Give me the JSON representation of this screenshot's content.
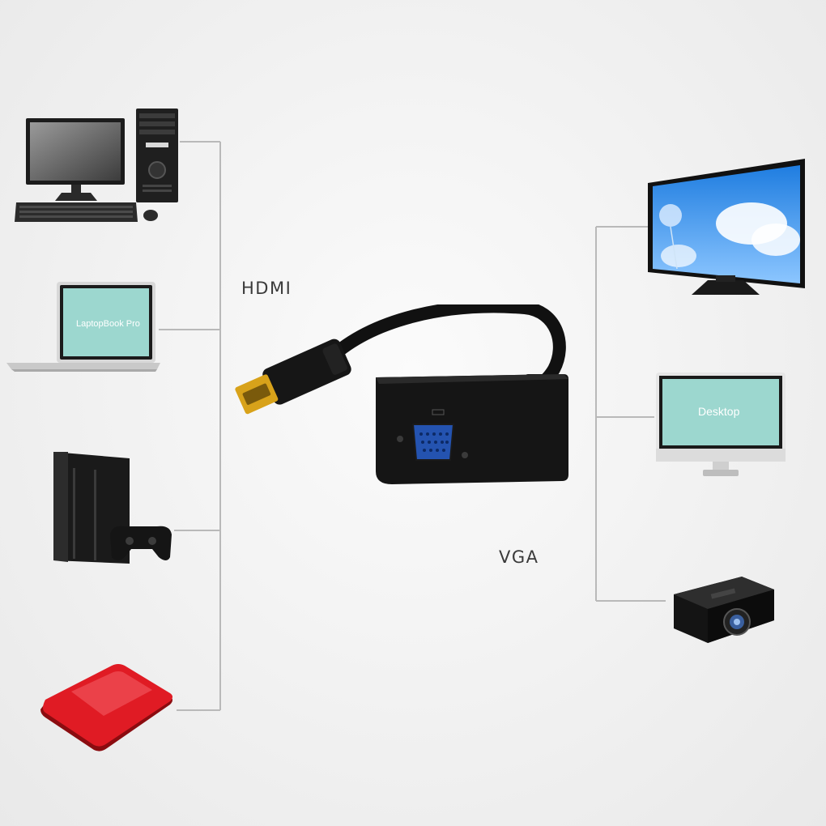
{
  "diagram": {
    "labels": {
      "input": "HDMI",
      "output": "VGA"
    },
    "sources": [
      {
        "id": "desktop-pc",
        "icon": "desktop-pc-icon"
      },
      {
        "id": "laptop",
        "icon": "laptop-icon",
        "screen_text": "LaptopBook Pro"
      },
      {
        "id": "game-console",
        "icon": "game-console-icon"
      },
      {
        "id": "tv-box",
        "icon": "tv-box-icon"
      }
    ],
    "adapter": {
      "icon": "hdmi-to-vga-adapter-icon"
    },
    "displays": [
      {
        "id": "tv",
        "icon": "tv-icon"
      },
      {
        "id": "monitor",
        "icon": "monitor-icon",
        "screen_text": "Desktop"
      },
      {
        "id": "projector",
        "icon": "projector-icon"
      }
    ],
    "colors": {
      "wire": "#b9b9b9",
      "screen_teal": "#9cd7cf",
      "tv_box_red": "#e01b24",
      "vga_port_blue": "#2453b0",
      "hdmi_gold": "#d8a21a"
    }
  }
}
